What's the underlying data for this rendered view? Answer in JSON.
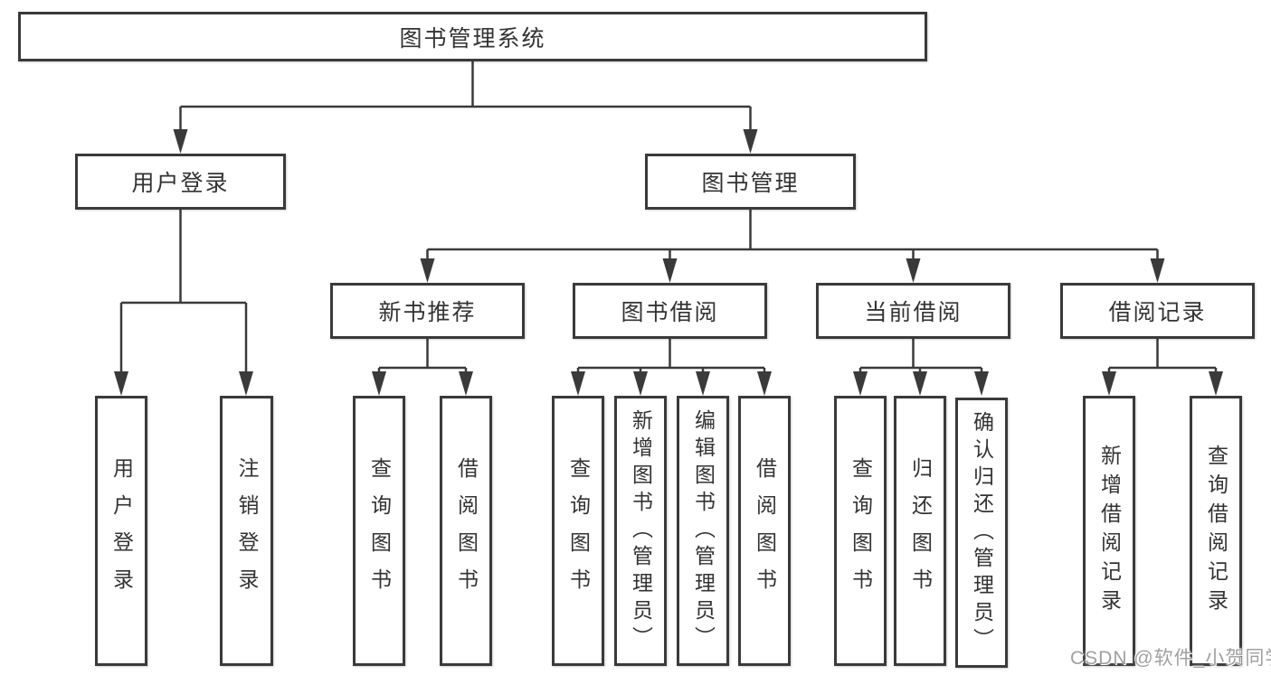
{
  "diagram": {
    "root": {
      "label": "图书管理系统"
    },
    "level2": {
      "user_login": {
        "label": "用户登录"
      },
      "book_mgmt": {
        "label": "图书管理"
      }
    },
    "level3": {
      "new_book_rec": {
        "label": "新书推荐"
      },
      "book_borrow": {
        "label": "图书借阅"
      },
      "current_borrow": {
        "label": "当前借阅"
      },
      "borrow_records": {
        "label": "借阅记录"
      }
    },
    "leaves": {
      "user_login_leaf": "用户登录",
      "logout": "注销登录",
      "nbr_query_book": "查询图书",
      "nbr_borrow_book": "借阅图书",
      "bb_query_book": "查询图书",
      "bb_add_book_admin": "新增图书（管理员）",
      "bb_edit_book_admin": "编辑图书（管理员）",
      "bb_borrow_book": "借阅图书",
      "cb_query_book": "查询图书",
      "cb_return_book": "归还图书",
      "cb_confirm_return_admin": "确认归还（管理员）",
      "br_add_record": "新增借阅记录",
      "br_query_record": "查询借阅记录"
    }
  },
  "watermark": {
    "text": "CSDN @软件_小贺同学"
  },
  "colors": {
    "line": "#3a3a3a",
    "text": "#333333",
    "background": "#ffffff",
    "watermark": "#a0a0a0"
  }
}
